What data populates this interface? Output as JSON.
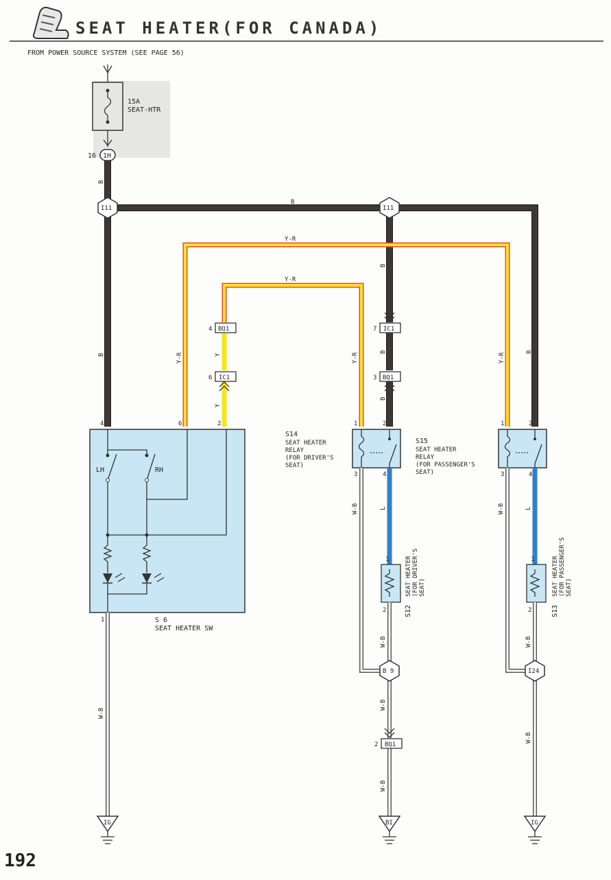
{
  "page": {
    "title": "SEAT HEATER(FOR CANADA)",
    "power_source_note": "FROM POWER SOURCE SYSTEM (SEE PAGE 56)",
    "page_number": "192"
  },
  "fuse": {
    "rating": "15A",
    "name": "SEAT-HTR"
  },
  "connectors": {
    "fuse_conn": {
      "pin": "16",
      "id": "1H"
    },
    "i11_left": "I11",
    "i11_right": "I11",
    "bq1_top": {
      "pin": "4",
      "id": "BQ1"
    },
    "ic1_top": {
      "pin": "6",
      "id": "IC1"
    },
    "ic1_mid": {
      "pin": "7",
      "id": "IC1"
    },
    "bq1_mid": {
      "pin": "3",
      "id": "BQ1"
    },
    "b9": "B 9",
    "i24": "I24",
    "bq1_bottom": {
      "pin": "2",
      "id": "BQ1"
    }
  },
  "wires": {
    "b": "B",
    "y_r": "Y-R",
    "y": "Y",
    "w_b": "W-B",
    "l": "L"
  },
  "switch": {
    "code": "S 6",
    "name": "SEAT HEATER SW",
    "lh": "LH",
    "rh": "RH",
    "pins": {
      "p4": "4",
      "p6": "6",
      "p2": "2",
      "p1": "1"
    }
  },
  "relay_driver": {
    "code": "S14",
    "lines": [
      "SEAT HEATER",
      "RELAY",
      "(FOR DRIVER'S",
      " SEAT)"
    ],
    "pins": {
      "p1": "1",
      "p2": "2",
      "p3": "3",
      "p4": "4"
    }
  },
  "relay_passenger": {
    "code": "S15",
    "lines": [
      "SEAT HEATER",
      "RELAY",
      "(FOR PASSENGER'S",
      " SEAT)"
    ],
    "pins": {
      "p1": "1",
      "p2": "2",
      "p3": "3",
      "p4": "4"
    }
  },
  "heater_driver": {
    "code": "S12",
    "lines": [
      "SEAT HEATER",
      "(FOR DRIVER'S",
      "SEAT)"
    ],
    "pins": {
      "p1": "1",
      "p2": "2"
    }
  },
  "heater_passenger": {
    "code": "S13",
    "lines": [
      "SEAT HEATER",
      "(FOR PASSENGER'S",
      "SEAT)"
    ],
    "pins": {
      "p1": "1",
      "p2": "2"
    }
  },
  "grounds": {
    "left": "IG",
    "middle": "BI",
    "right": "IG"
  }
}
